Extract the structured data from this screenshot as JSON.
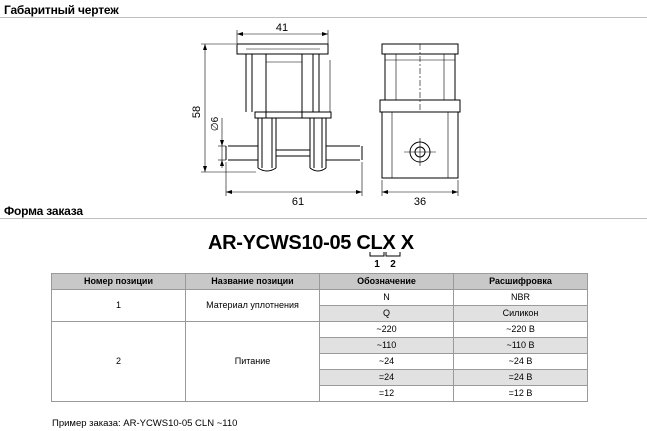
{
  "sections": {
    "drawing_title": "Габаритный чертеж",
    "order_title": "Форма заказа"
  },
  "dimensions": {
    "width_top": "41",
    "height": "58",
    "diameter": "∅6",
    "length": "61",
    "side_width": "36"
  },
  "order_code": {
    "base": "AR-YCWS10-05 CLX X",
    "mark_1": "1",
    "mark_2": "2"
  },
  "table": {
    "headers": [
      "Номер позиции",
      "Название позиции",
      "Обозначение",
      "Расшифровка"
    ],
    "groups": [
      {
        "number": "1",
        "name": "Материал уплотнения",
        "rows": [
          {
            "code": "N",
            "meaning": "NBR"
          },
          {
            "code": "Q",
            "meaning": "Силикон"
          }
        ]
      },
      {
        "number": "2",
        "name": "Питание",
        "rows": [
          {
            "code": "~220",
            "meaning": "~220 В"
          },
          {
            "code": "~110",
            "meaning": "~110 В"
          },
          {
            "code": "~24",
            "meaning": "~24 В"
          },
          {
            "code": "=24",
            "meaning": "=24 В"
          },
          {
            "code": "=12",
            "meaning": "=12 В"
          }
        ]
      }
    ]
  },
  "example": "Пример заказа: AR-YCWS10-05 CLN ~110"
}
